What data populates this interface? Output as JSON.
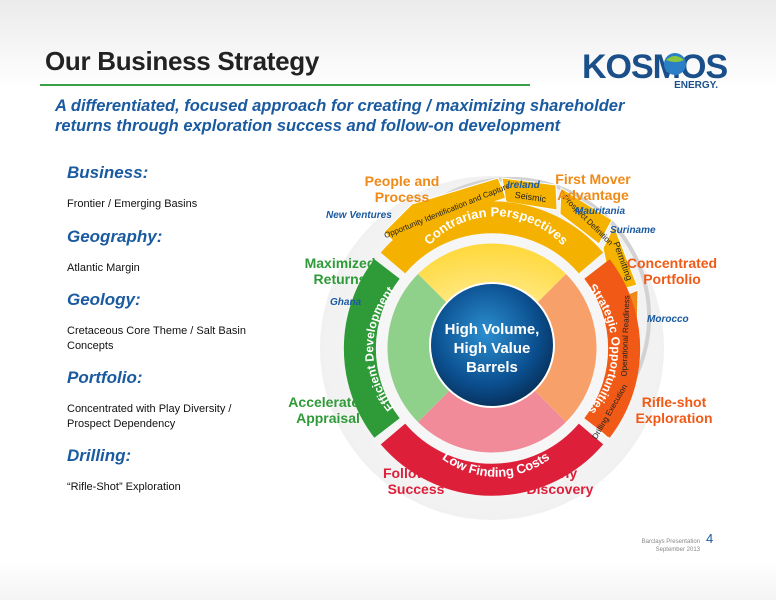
{
  "title": "Our Business Strategy",
  "logo": {
    "word": "KOSMOS",
    "sub": "ENERGY."
  },
  "subtitle_line1": "A differentiated, focused approach for creating / maximizing shareholder",
  "subtitle_line2": "returns through exploration success and follow-on development",
  "left_panel": [
    {
      "heading": "Business:",
      "text": [
        "Frontier / Emerging Basins"
      ]
    },
    {
      "heading": "Geography:",
      "text": [
        "Atlantic Margin"
      ]
    },
    {
      "heading": "Geology:",
      "text": [
        "Cretaceous Core Theme / Salt Basin",
        "Concepts"
      ]
    },
    {
      "heading": "Portfolio:",
      "text": [
        "Concentrated with Play Diversity /",
        "Prospect Dependency"
      ]
    },
    {
      "heading": "Drilling:",
      "text": [
        "“Rifle-Shot” Exploration"
      ]
    }
  ],
  "diagram": {
    "center": [
      "High Volume,",
      "High Value",
      "Barrels"
    ],
    "ring": {
      "top": "Contrarian Perspectives",
      "right": "Strategic Opportunities",
      "bottom": "Low Finding Costs",
      "left": "Efficient Development"
    },
    "ring_colors": {
      "top": "#f5b100",
      "right": "#f05a16",
      "bottom": "#dd1f3a",
      "left": "#2f9a38"
    },
    "outer_tabs": [
      "Opportunity Identification and Capture",
      "Seismic",
      "Prospect Definition",
      "Permitting",
      "Operational Readiness",
      "Drilling Execution"
    ],
    "outer_labels": {
      "people_process": [
        "People and",
        "Process"
      ],
      "first_mover": [
        "First Mover",
        "Advantage"
      ],
      "concentrated": [
        "Concentrated",
        "Portfolio"
      ],
      "rifle_shot": [
        "Rifle-shot",
        "Exploration"
      ],
      "early_discovery": [
        "Early",
        "Discovery"
      ],
      "follow_on": [
        "Follow-on",
        "Success"
      ],
      "accelerated": [
        "Accelerated",
        "Appraisal"
      ],
      "maximized": [
        "Maximized",
        "Returns"
      ]
    },
    "places": [
      "Ireland",
      "New Ventures",
      "Mauritania",
      "Suriname",
      "Ghana",
      "Morocco"
    ]
  },
  "footer": {
    "line1": "Barclays Presentation",
    "line2": "September 2013",
    "page": "4"
  }
}
